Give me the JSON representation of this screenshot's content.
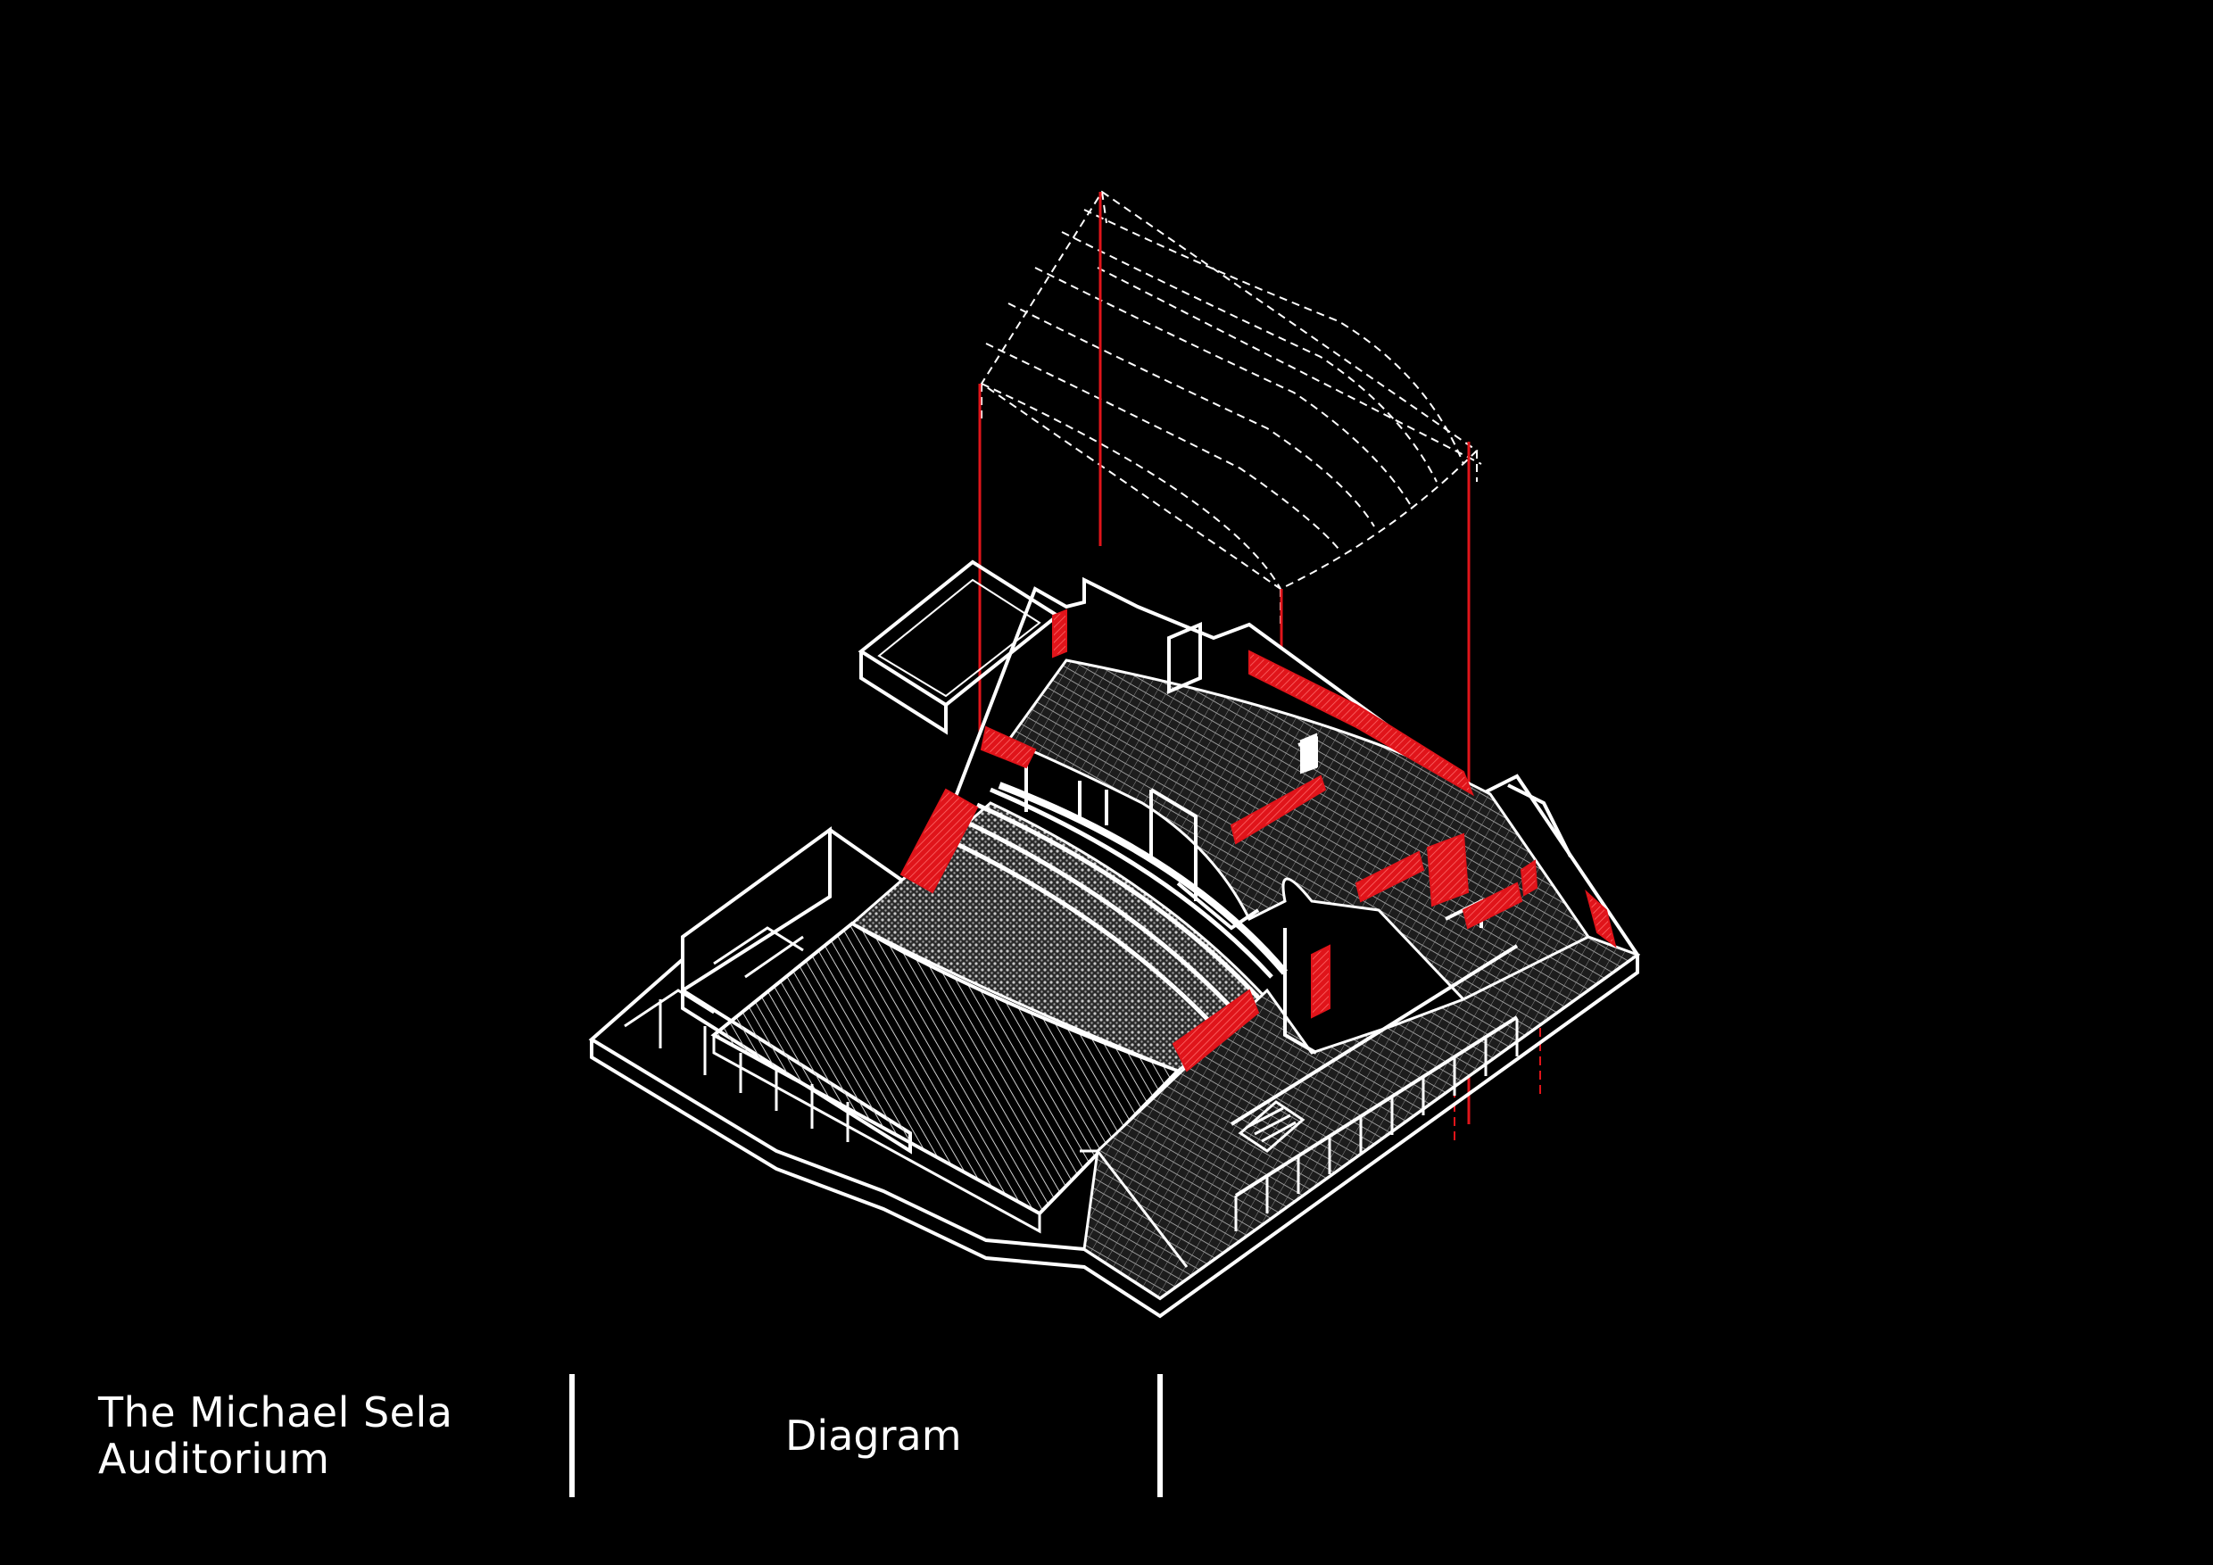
{
  "footer": {
    "title_line1": "The Michael Sela",
    "title_line2": "Auditorium",
    "label": "Diagram"
  },
  "colors": {
    "background": "#000000",
    "linework": "#ffffff",
    "highlight": "#e0141a"
  }
}
